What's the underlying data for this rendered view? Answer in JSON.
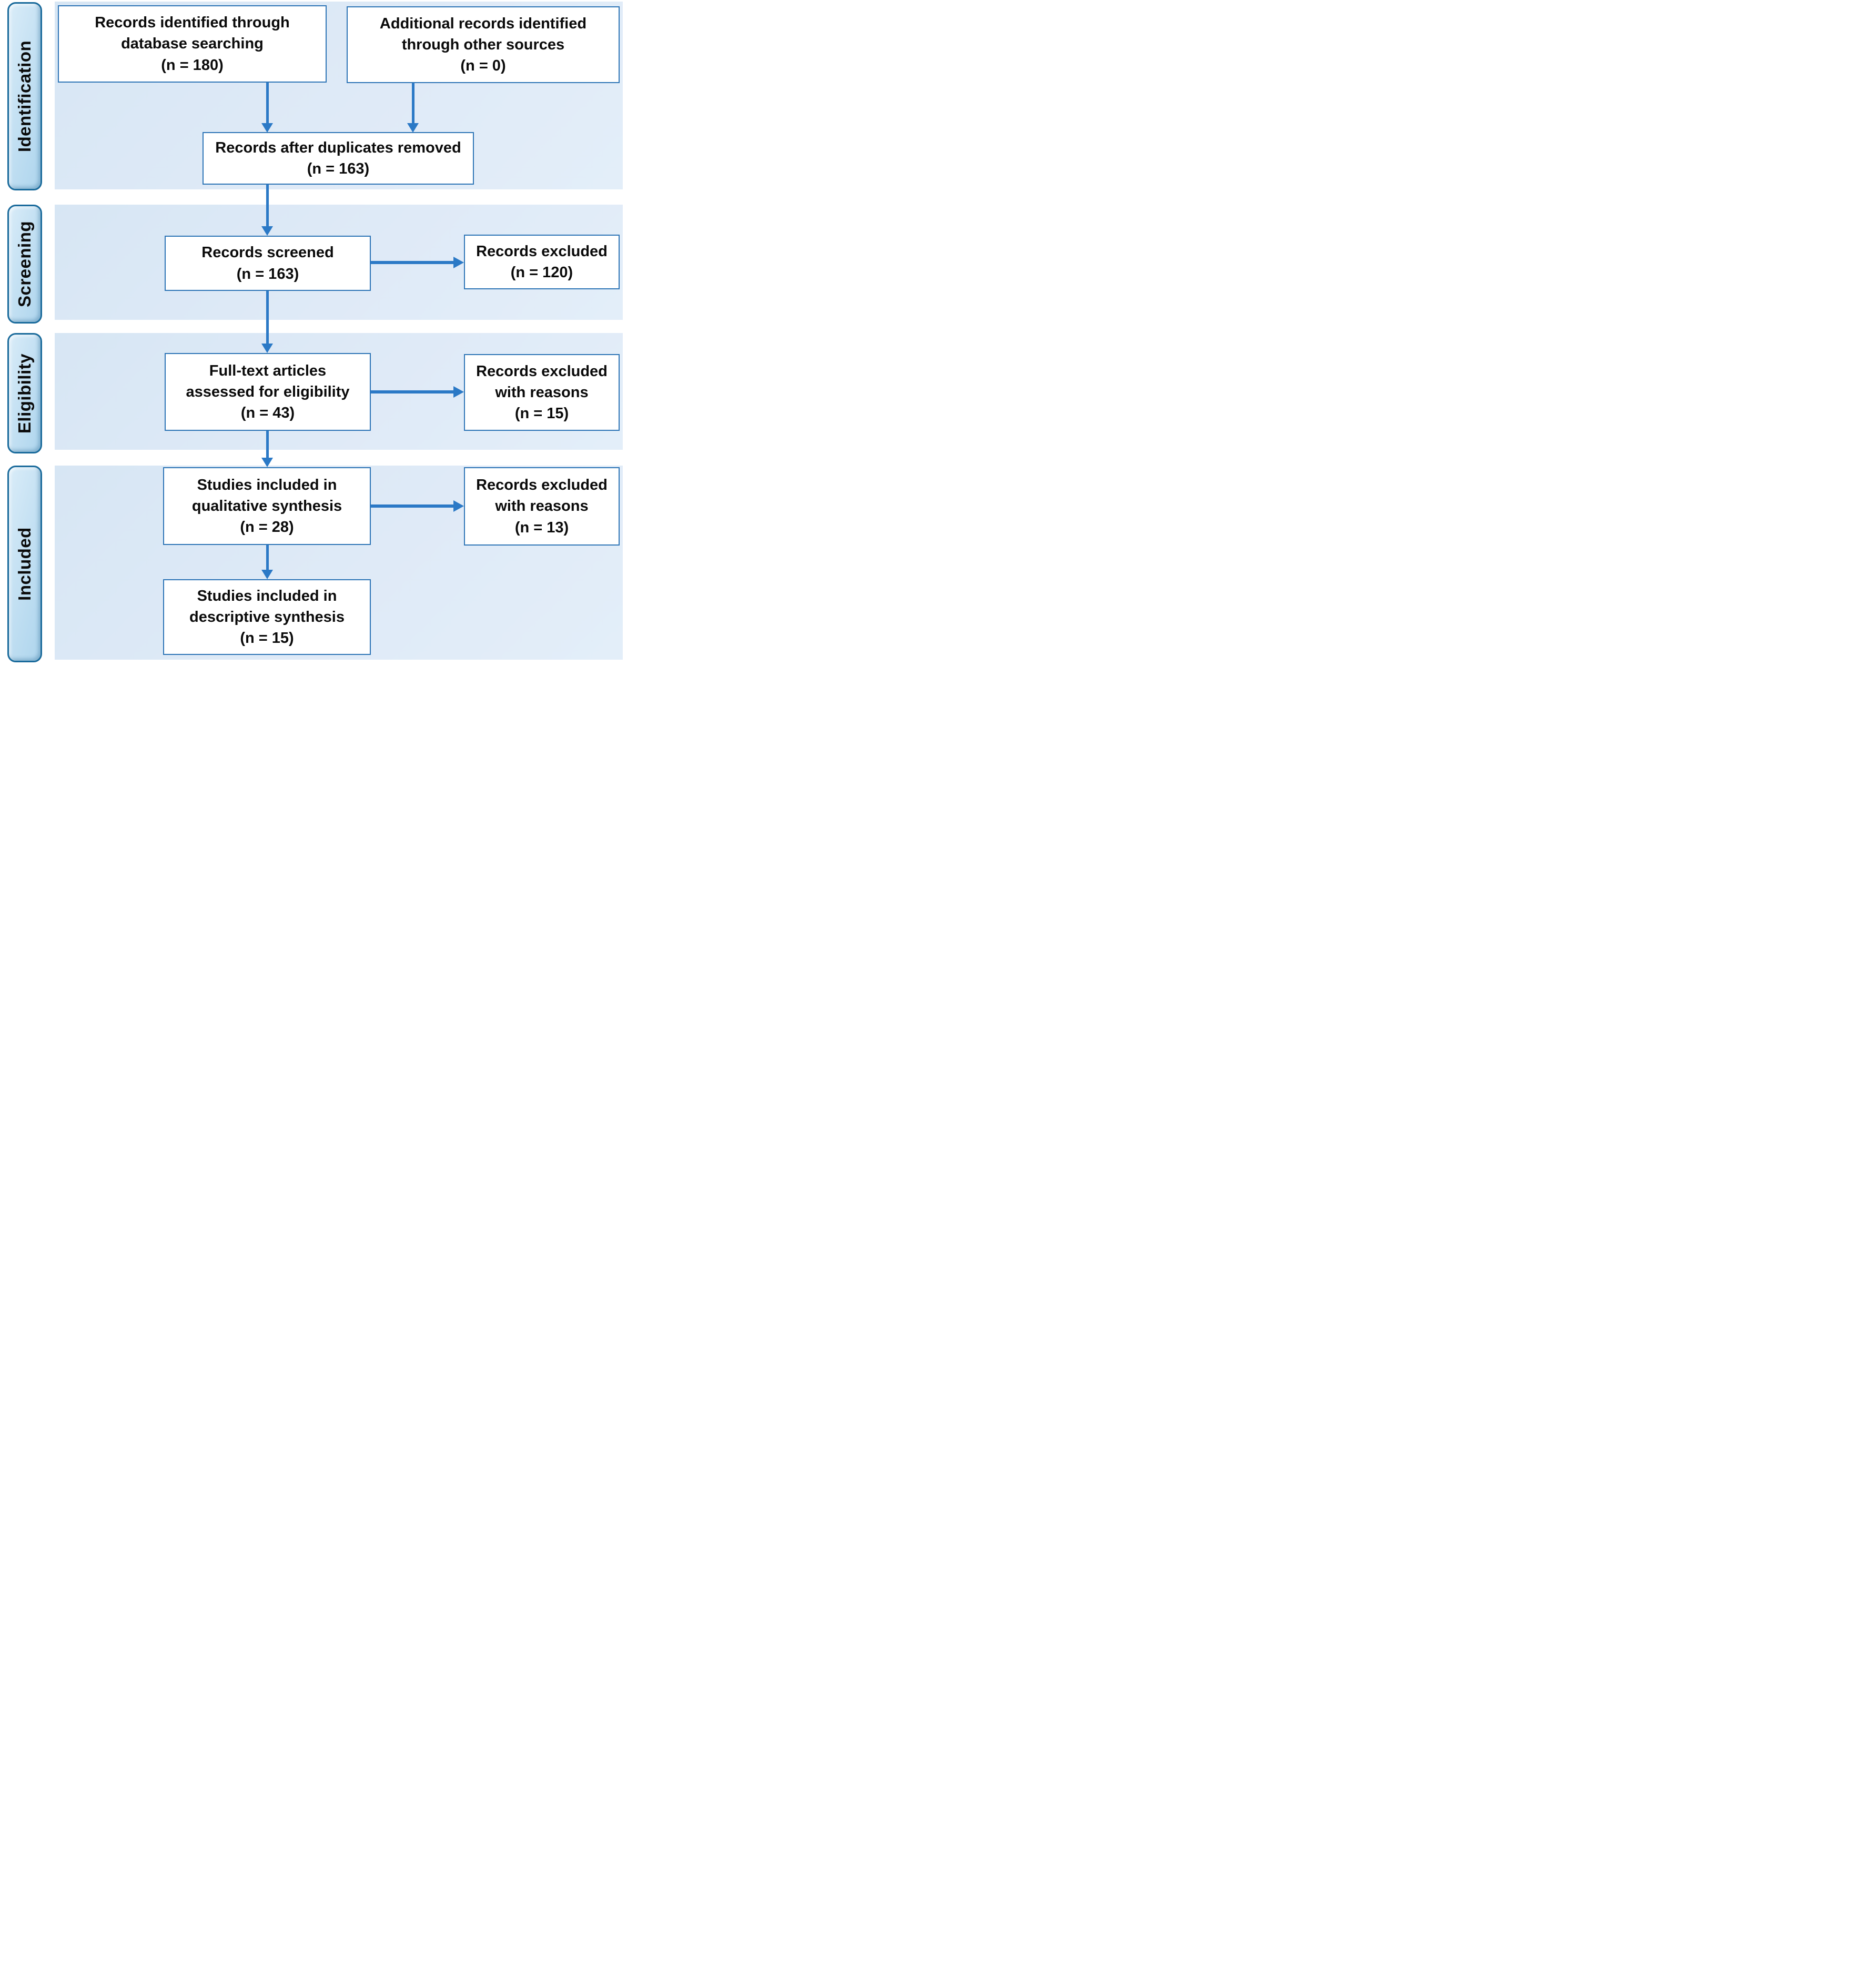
{
  "colors": {
    "band_background": "#dde9f6",
    "box_background": "#ffffff",
    "box_border": "#2e75b6",
    "phase_fill": "#c5e1f3",
    "phase_border": "#196a9b",
    "arrow": "#2b79c6",
    "text": "#0a0a0a"
  },
  "phases": [
    {
      "label": "Identification"
    },
    {
      "label": "Screening"
    },
    {
      "label": "Eligibility"
    },
    {
      "label": "Included"
    }
  ],
  "boxes": {
    "records_identified": "Records identified through\ndatabase searching\n(n = 180)",
    "additional_records": "Additional records identified\nthrough other sources\n(n = 0)",
    "after_duplicates": "Records after duplicates removed\n(n = 163)",
    "records_screened": "Records screened\n(n = 163)",
    "records_excluded": "Records excluded\n(n = 120)",
    "fulltext_assessed": "Full-text articles\nassessed for eligibility\n(n = 43)",
    "excluded_with_reasons_15": "Records excluded\nwith reasons\n(n = 15)",
    "qualitative_synthesis": "Studies included in\nqualitative synthesis\n(n = 28)",
    "excluded_with_reasons_13": "Records excluded\nwith reasons\n(n = 13)",
    "descriptive_synthesis": "Studies included in\ndescriptive synthesis\n(n = 15)"
  }
}
